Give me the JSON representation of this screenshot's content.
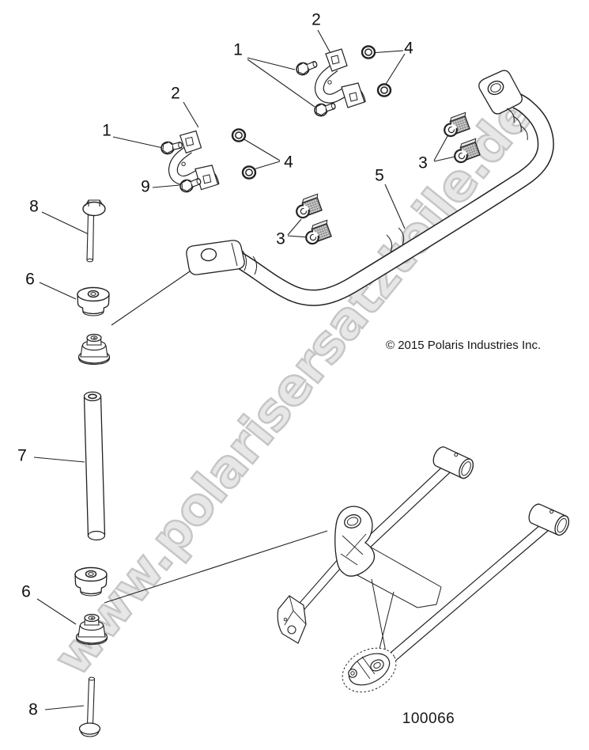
{
  "diagram": {
    "watermark": "www.polarisersatzteile.de",
    "copyright": "© 2015 Polaris Industries Inc.",
    "part_number": "100066",
    "colors": {
      "background": "#ffffff",
      "line": "#222222",
      "label": "#111111",
      "watermark_fill": "#e7e7e7",
      "watermark_outline": "#c6c6c6",
      "bushing_hatch": "#cfcfcf"
    },
    "callouts": [
      {
        "label": "1"
      },
      {
        "label": "2"
      },
      {
        "label": "4"
      },
      {
        "label": "2"
      },
      {
        "label": "1"
      },
      {
        "label": "4"
      },
      {
        "label": "9"
      },
      {
        "label": "3"
      },
      {
        "label": "5"
      },
      {
        "label": "3"
      },
      {
        "label": "8"
      },
      {
        "label": "6"
      },
      {
        "label": "7"
      },
      {
        "label": "6"
      },
      {
        "label": "8"
      }
    ]
  }
}
